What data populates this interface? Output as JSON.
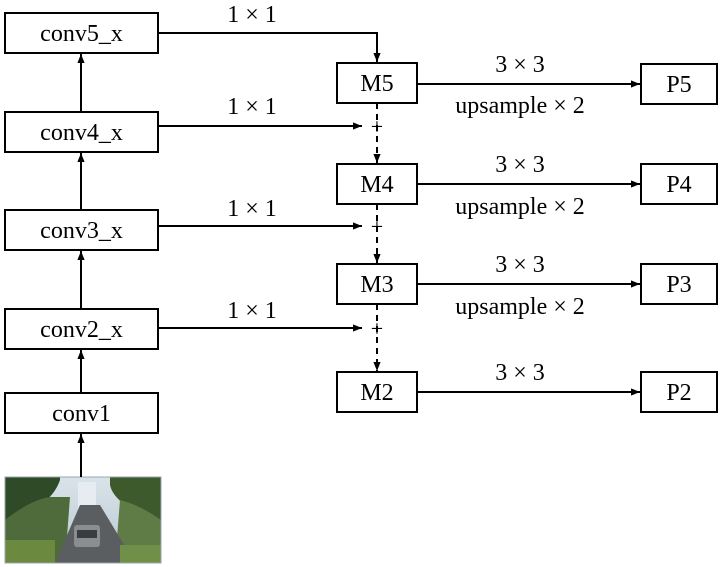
{
  "backbone": {
    "conv5": "conv5_x",
    "conv4": "conv4_x",
    "conv3": "conv3_x",
    "conv2": "conv2_x",
    "conv1": "conv1"
  },
  "merge": {
    "m5": "M5",
    "m4": "M4",
    "m3": "M3",
    "m2": "M2"
  },
  "outputs": {
    "p5": "P5",
    "p4": "P4",
    "p3": "P3",
    "p2": "P2"
  },
  "edge_labels": {
    "lateral": "1 × 1",
    "smooth": "3 × 3",
    "upsample": "upsample × 2",
    "plus": "+"
  },
  "input_image": "street-scene-photo",
  "colors": {
    "stroke": "#000000",
    "background": "#ffffff"
  }
}
